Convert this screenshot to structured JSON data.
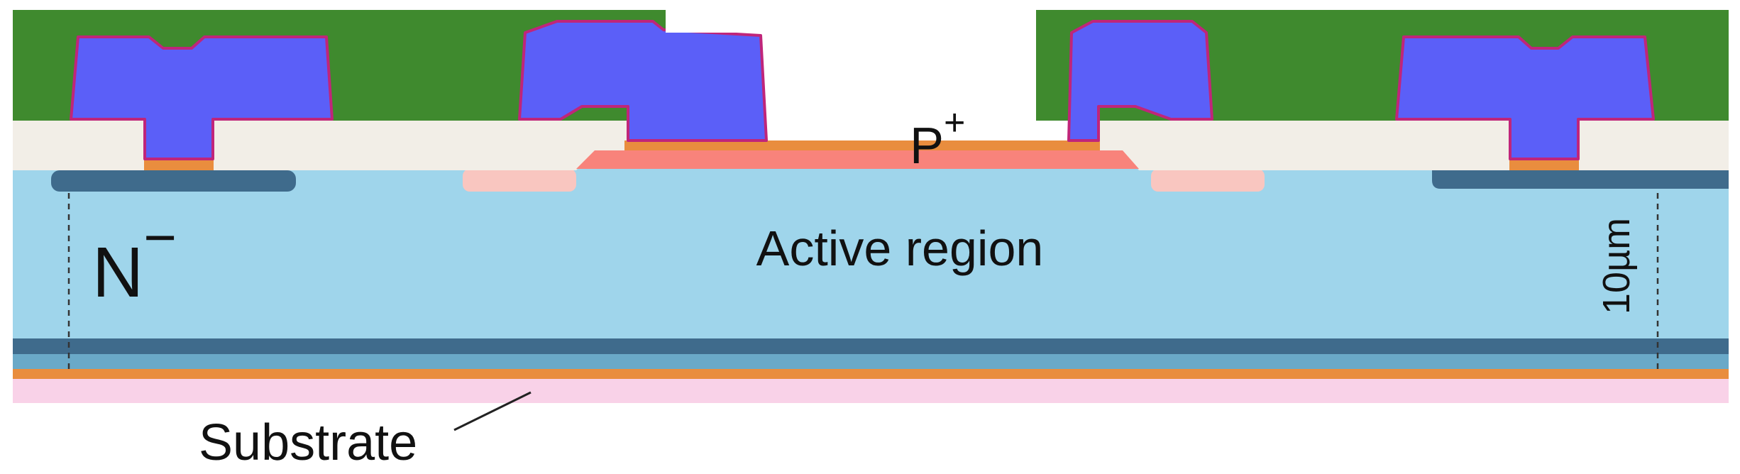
{
  "labels": {
    "p_plus_letter": "P",
    "p_plus_sup": "+",
    "n_minus_letter": "N",
    "n_minus_sup": "−",
    "active_region": "Active region",
    "thickness": "10µm",
    "substrate": "Substrate"
  },
  "colors": {
    "passivation": "#3f8a2e",
    "metal": "#5b5ff8",
    "metal_edge": "#c0257a",
    "oxide": "#f2eee7",
    "contact": "#e98d3e",
    "p_plus": "#f8837b",
    "guard_ring": "#f9c6c0",
    "active_region": "#9fd5eb",
    "n_plus_ring": "#3f6b8c",
    "buried_layer_dark": "#3f6b8c",
    "buried_layer": "#6aa9c8",
    "substrate_contact": "#e98d3e",
    "substrate": "#f9d2e8"
  }
}
